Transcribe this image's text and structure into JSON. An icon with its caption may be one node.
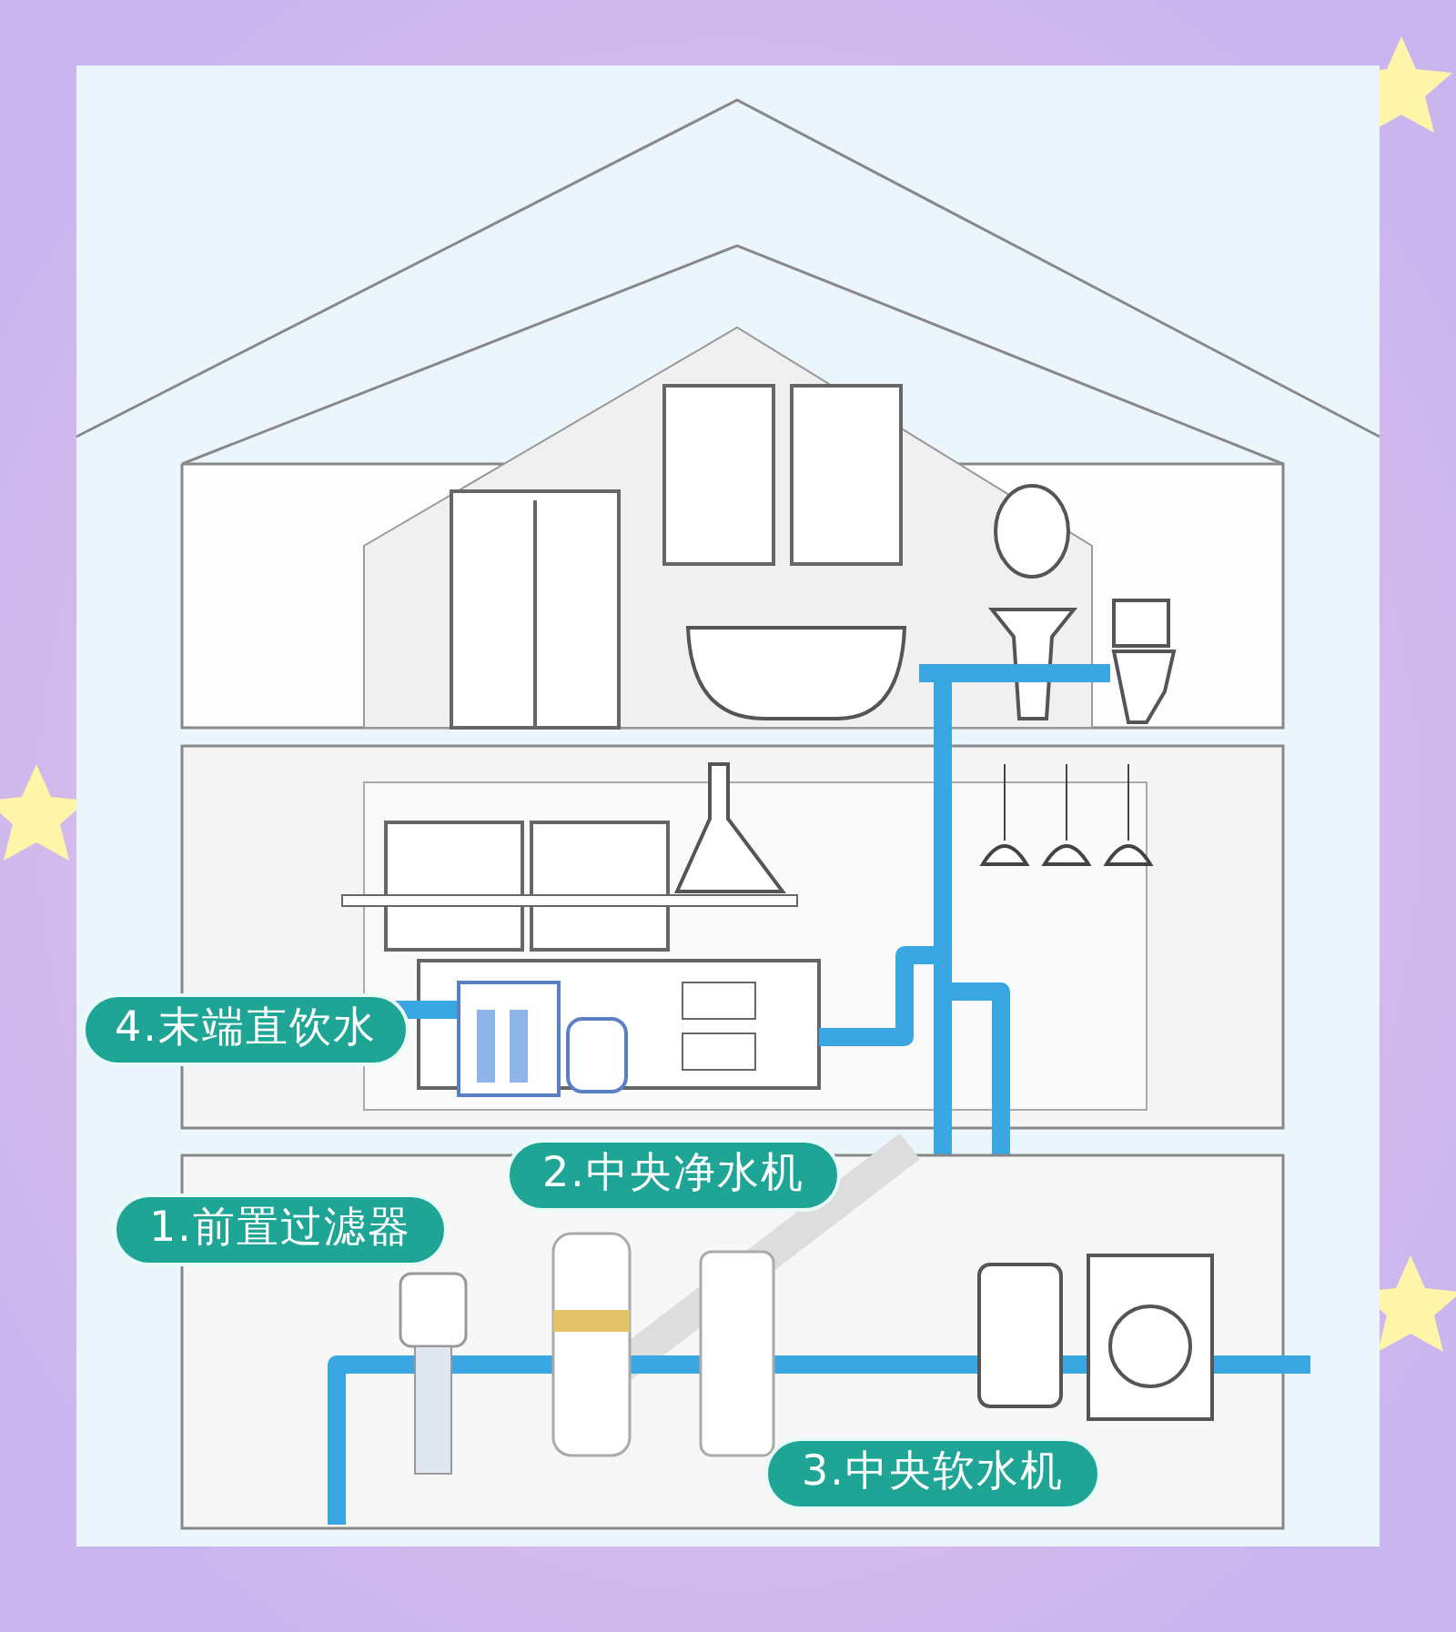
{
  "diagram": {
    "nodes": [
      {
        "text": [
          "4.末端直饮水"
        ]
      },
      {
        "text": [
          "2.中央净水机"
        ]
      },
      {
        "text": [
          "1.前置过滤器"
        ]
      },
      {
        "text": [
          "3.中央软水机"
        ]
      }
    ]
  }
}
